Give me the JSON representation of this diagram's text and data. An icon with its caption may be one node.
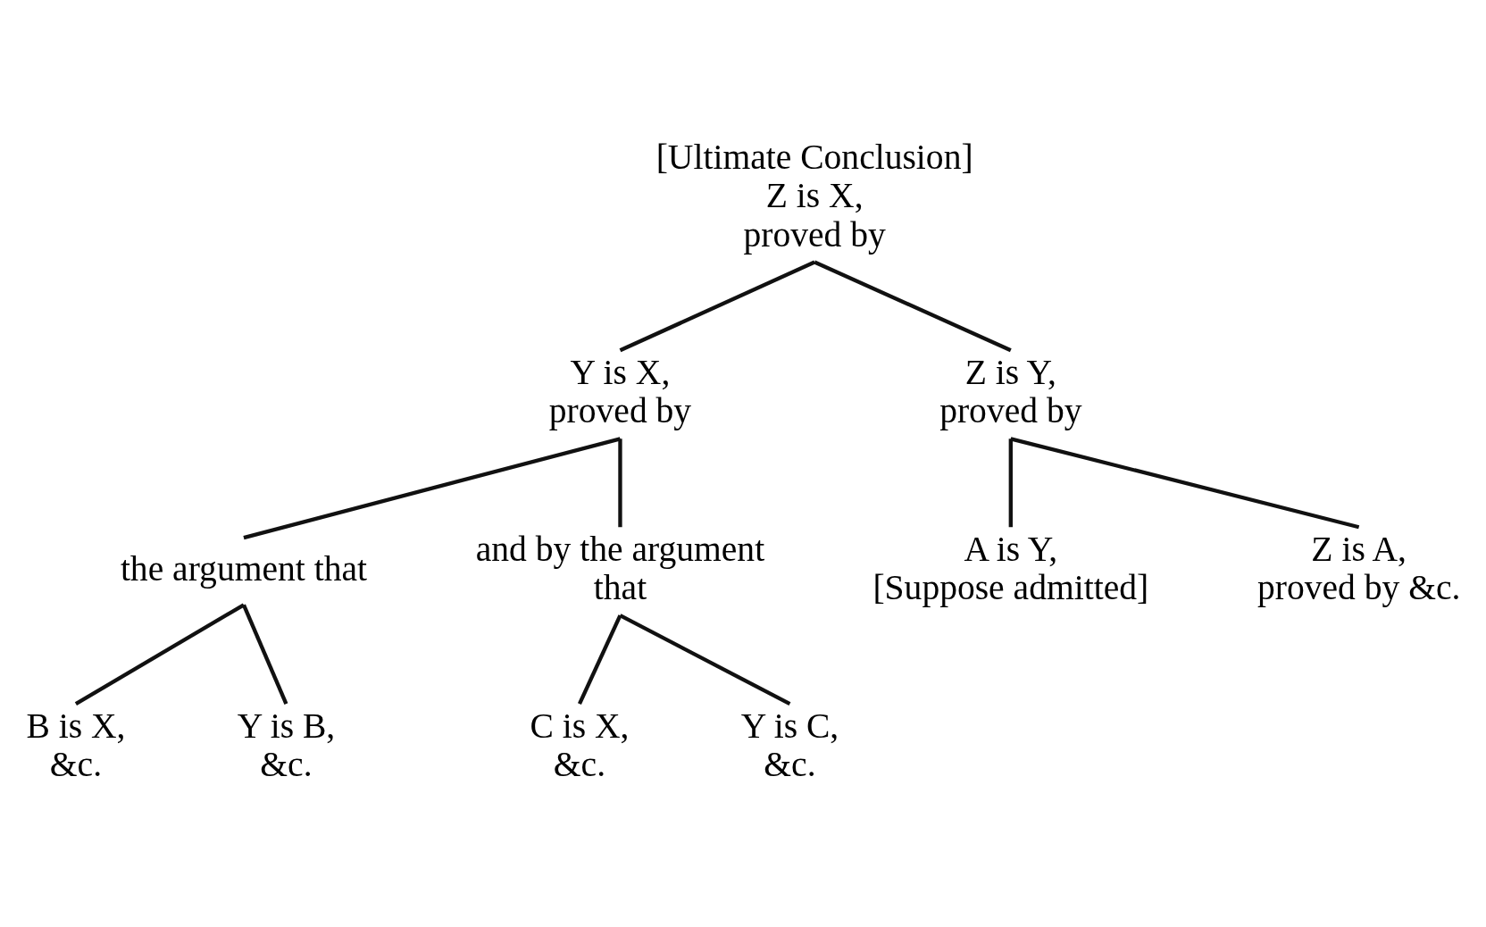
{
  "diagram": {
    "nodes": [
      {
        "text": [
          "[Ultimate Conclusion] Z is X, proved by"
        ]
      },
      {
        "text": [
          "Y is X, proved by"
        ]
      },
      {
        "text": [
          "Z is Y, proved by"
        ]
      },
      {
        "text": [
          "A is Y, [Suppose admitted]"
        ]
      },
      {
        "text": [
          "Z is A, proved by &c."
        ]
      },
      {
        "text": [
          "the argument that"
        ]
      },
      {
        "text": [
          "and by the argument that"
        ]
      },
      {
        "text": [
          "B is X, &c."
        ]
      },
      {
        "text": [
          "Y is B, &c."
        ]
      },
      {
        "text": [
          "C is X, &c."
        ]
      },
      {
        "text": [
          "Y is C, &c."
        ]
      }
    ],
    "edges": [
      {
        "from": 0,
        "to": 1,
        "arrow": "none"
      },
      {
        "from": 0,
        "to": 2,
        "arrow": "none"
      },
      {
        "from": 2,
        "to": 3,
        "arrow": "none"
      },
      {
        "from": 2,
        "to": 4,
        "arrow": "none"
      },
      {
        "from": 1,
        "to": 5,
        "arrow": "none"
      },
      {
        "from": 1,
        "to": 6,
        "arrow": "none"
      },
      {
        "from": 5,
        "to": 7,
        "arrow": "none"
      },
      {
        "from": 5,
        "to": 8,
        "arrow": "none"
      },
      {
        "from": 6,
        "to": 9,
        "arrow": "none"
      },
      {
        "from": 6,
        "to": 10,
        "arrow": "none"
      }
    ]
  }
}
